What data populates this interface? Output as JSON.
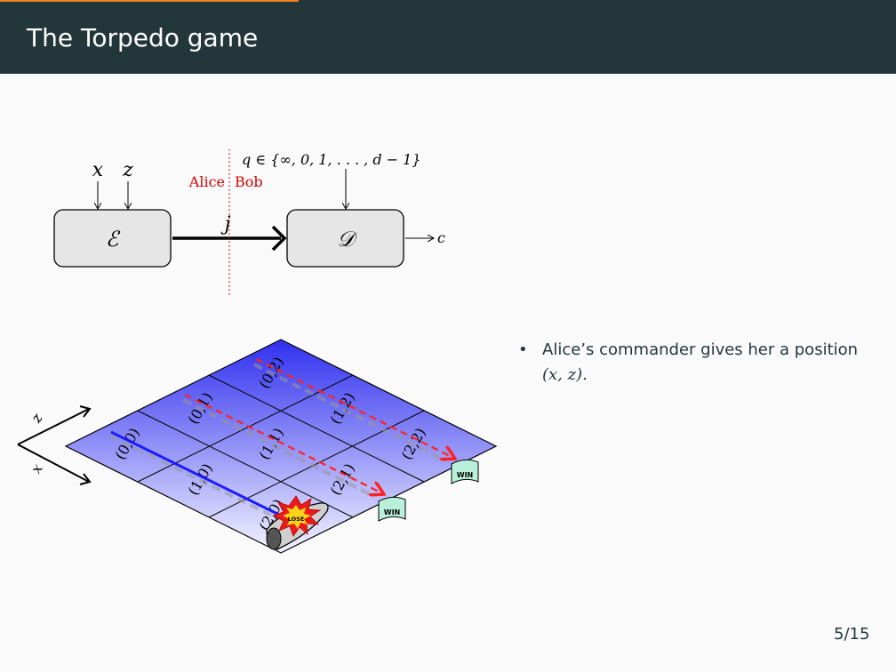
{
  "slide": {
    "title": "The Torpedo game",
    "page_number": "5/15"
  },
  "diagram": {
    "encoder_label": "ℰ",
    "decoder_label": "𝒟",
    "input_x": "x",
    "input_z": "z",
    "message": "j",
    "query": "q ∈ {∞, 0, 1, . . . , d − 1}",
    "output": "c",
    "alice": "Alice",
    "bob": "Bob"
  },
  "grid": {
    "axis_z": "z",
    "axis_x": "x",
    "cells": [
      {
        "label": "(0,0)"
      },
      {
        "label": "(0,1)"
      },
      {
        "label": "(0,2)"
      },
      {
        "label": "(1,0)"
      },
      {
        "label": "(1,1)"
      },
      {
        "label": "(1,2)"
      },
      {
        "label": "(2,0)"
      },
      {
        "label": "(2,1)"
      },
      {
        "label": "(2,2)"
      }
    ],
    "win_label": "WIN",
    "lose_label": "LOSE"
  },
  "bullets": [
    {
      "text": "Alice’s commander gives her a position",
      "math": "(x, z)."
    }
  ],
  "colors": {
    "header_bg": "#23373b",
    "accent": "#eb811b",
    "alice_red": "#d40000",
    "torpedo_blue": "#1a1aff",
    "dashed_red": "#ff2222"
  }
}
